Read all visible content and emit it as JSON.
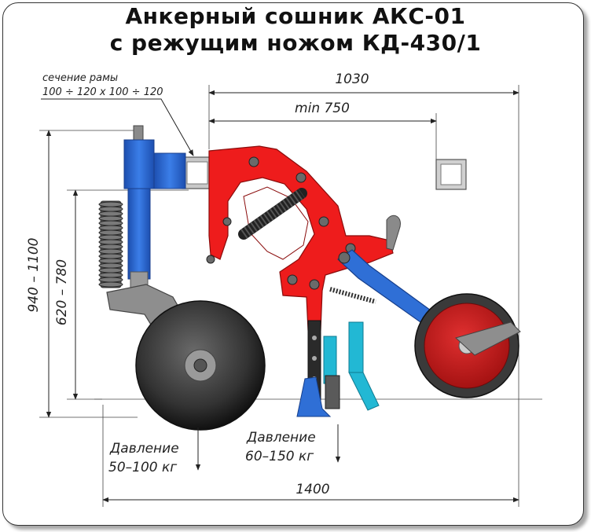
{
  "title": {
    "line1": "Анкерный сошник АКС-01",
    "line2": "с режущим ножом КД-430/1"
  },
  "dimensions": {
    "overall_width": "1030",
    "min_width": "min 750",
    "total_length": "1400",
    "height_total": "940 – 1100",
    "height_frame": "620 – 780"
  },
  "frame_section": {
    "label": "сечение рамы",
    "value": "100 ÷ 120 x 100 ÷ 120"
  },
  "pressure_disc": {
    "label": "Давление",
    "value": "50–100 кг"
  },
  "pressure_coulter": {
    "label": "Давление",
    "value": "60–150 кг"
  },
  "colors": {
    "frame_red": "#ee1c1c",
    "post_blue": "#2f6fd6",
    "tube_cyan": "#22b8d4",
    "metal_gray": "#8a8a8a",
    "disc_dark": "#3c3c3c",
    "wheel_red": "#d32020"
  }
}
